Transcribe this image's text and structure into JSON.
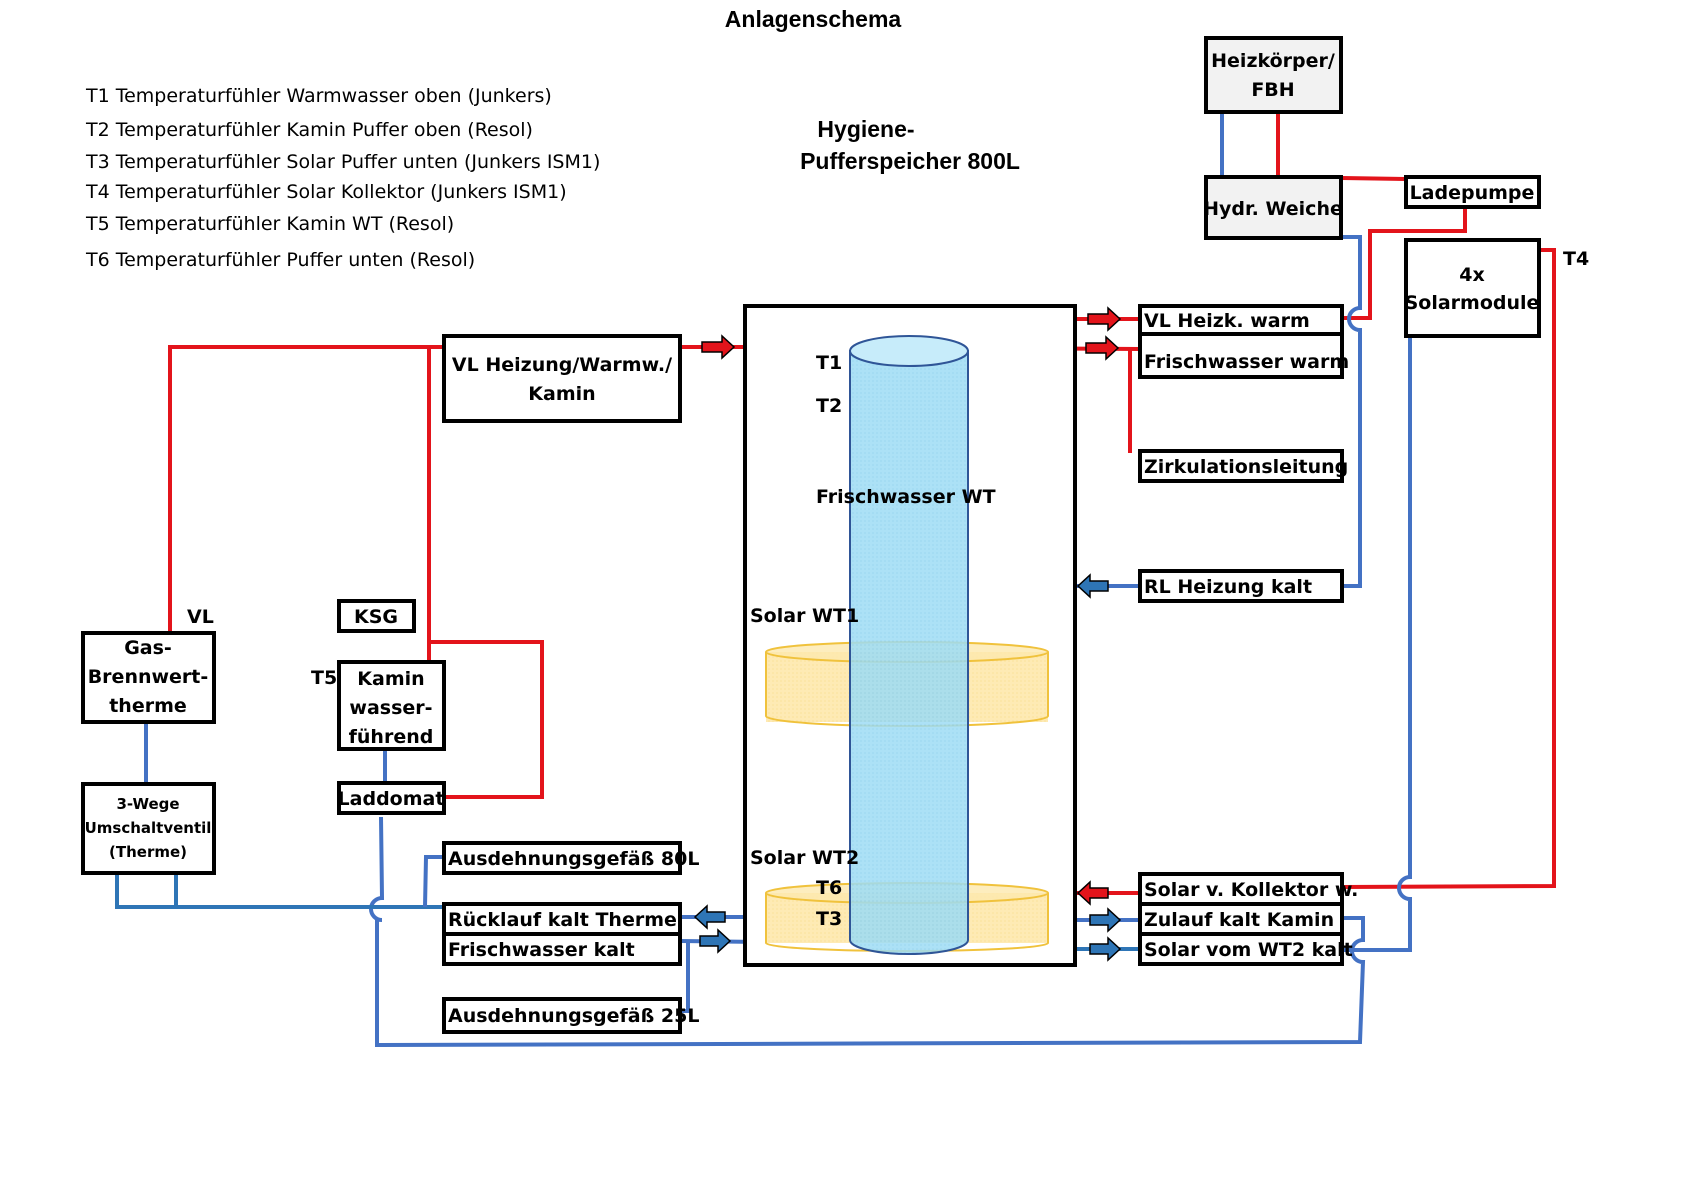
{
  "title": "Anlagenschema",
  "tank_title": [
    "Hygiene-",
    "Pufferspeicher 800L"
  ],
  "legend": [
    "T1 Temperaturfühler Warmwasser oben (Junkers)",
    "T2 Temperaturfühler Kamin Puffer oben (Resol)",
    "T3 Temperaturfühler Solar Puffer unten (Junkers ISM1)",
    "T4 Temperaturfühler Solar Kollektor (Junkers ISM1)",
    "T5 Temperaturfühler Kamin WT (Resol)",
    "T6 Temperaturfühler Puffer unten (Resol)"
  ],
  "colors": {
    "hot_line": "#e3141b",
    "cold_line": "#4472c4",
    "cold_line_dark": "#2e75b6",
    "cylinder_fill": "#9ddcf5",
    "exchanger_fill": "#fde29a",
    "box_grey": "#f2f2f2"
  },
  "boxes": {
    "heizkoerper": [
      "Heizkörper/",
      "FBH"
    ],
    "hydr_weiche": "Hydr. Weiche",
    "ladepumpe": "Ladepumpe",
    "solarmodule": [
      "4x",
      "Solarmodule"
    ],
    "vl_heizung": [
      "VL Heizung/Warmw./",
      "Kamin"
    ],
    "vl_heizk_warm": "VL Heizk. warm",
    "frischwasser_warm": "Frischwasser warm",
    "zirkulation": "Zirkulationsleitung",
    "rl_heizung_kalt": "RL Heizung kalt",
    "solar_v_kollektor": "Solar v. Kollektor w.",
    "zulauf_kalt_kamin": "Zulauf kalt Kamin",
    "solar_vom_wt2": "Solar vom WT2 kalt",
    "gas_therme": [
      "Gas-",
      "Brennwert-",
      "therme"
    ],
    "dreiwege": [
      "3-Wege",
      "Umschaltventil",
      "(Therme)"
    ],
    "ksg": "KSG",
    "kamin": [
      "Kamin",
      "wasser-",
      "führend"
    ],
    "laddomat": "Laddomat",
    "ag80": "Ausdehnungsgefäß 80L",
    "ruecklauf_therme": "Rücklauf kalt Therme",
    "frischwasser_kalt": "Frischwasser kalt",
    "ag25": "Ausdehnungsgefäß 25L"
  },
  "tank_labels": {
    "t1": "T1",
    "t2": "T2",
    "frischwasser_wt": "Frischwasser WT",
    "solar_wt1": "Solar WT1",
    "solar_wt2": "Solar WT2",
    "t6": "T6",
    "t3": "T3"
  },
  "side_labels": {
    "vl": "VL",
    "t5": "T5",
    "t4": "T4"
  }
}
